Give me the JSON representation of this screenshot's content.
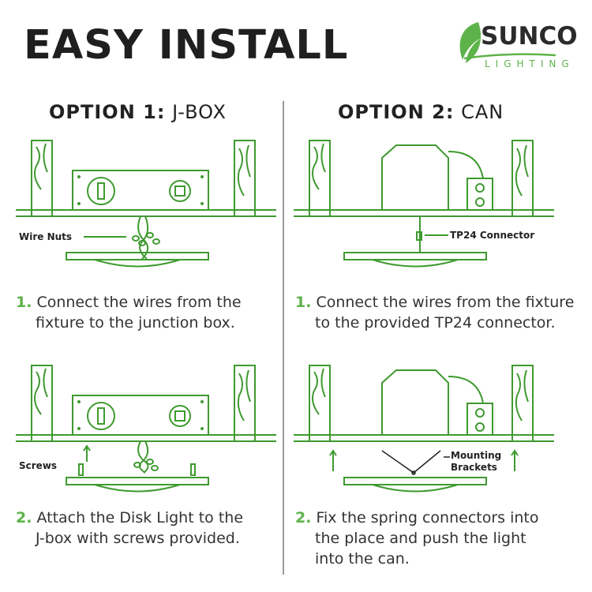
{
  "title": "EASY INSTALL",
  "brand": {
    "name": "SUNCO",
    "sub": "LIGHTING",
    "accent_color": "#5db34a"
  },
  "options": [
    {
      "label_bold": "OPTION 1:",
      "label_rest": "J-BOX"
    },
    {
      "label_bold": "OPTION 2:",
      "label_rest": "CAN"
    }
  ],
  "labels": {
    "wire_nuts": "Wire Nuts",
    "tp24": "TP24 Connector",
    "screws": "Screws",
    "mounting_1": "Mounting",
    "mounting_2": "Brackets"
  },
  "steps": {
    "jbox_1": {
      "num": "1.",
      "line1": "Connect the wires from the",
      "line2": "fixture to the junction box."
    },
    "jbox_2": {
      "num": "2.",
      "line1": "Attach the Disk Light to the",
      "line2": "J-box with screws provided."
    },
    "can_1": {
      "num": "1.",
      "line1": "Connect the wires from the fixture",
      "line2": "to the provided TP24 connector."
    },
    "can_2": {
      "num": "2.",
      "line1": "Fix the spring connectors into",
      "line2": "the place and push the light",
      "line3": "into the can."
    }
  }
}
